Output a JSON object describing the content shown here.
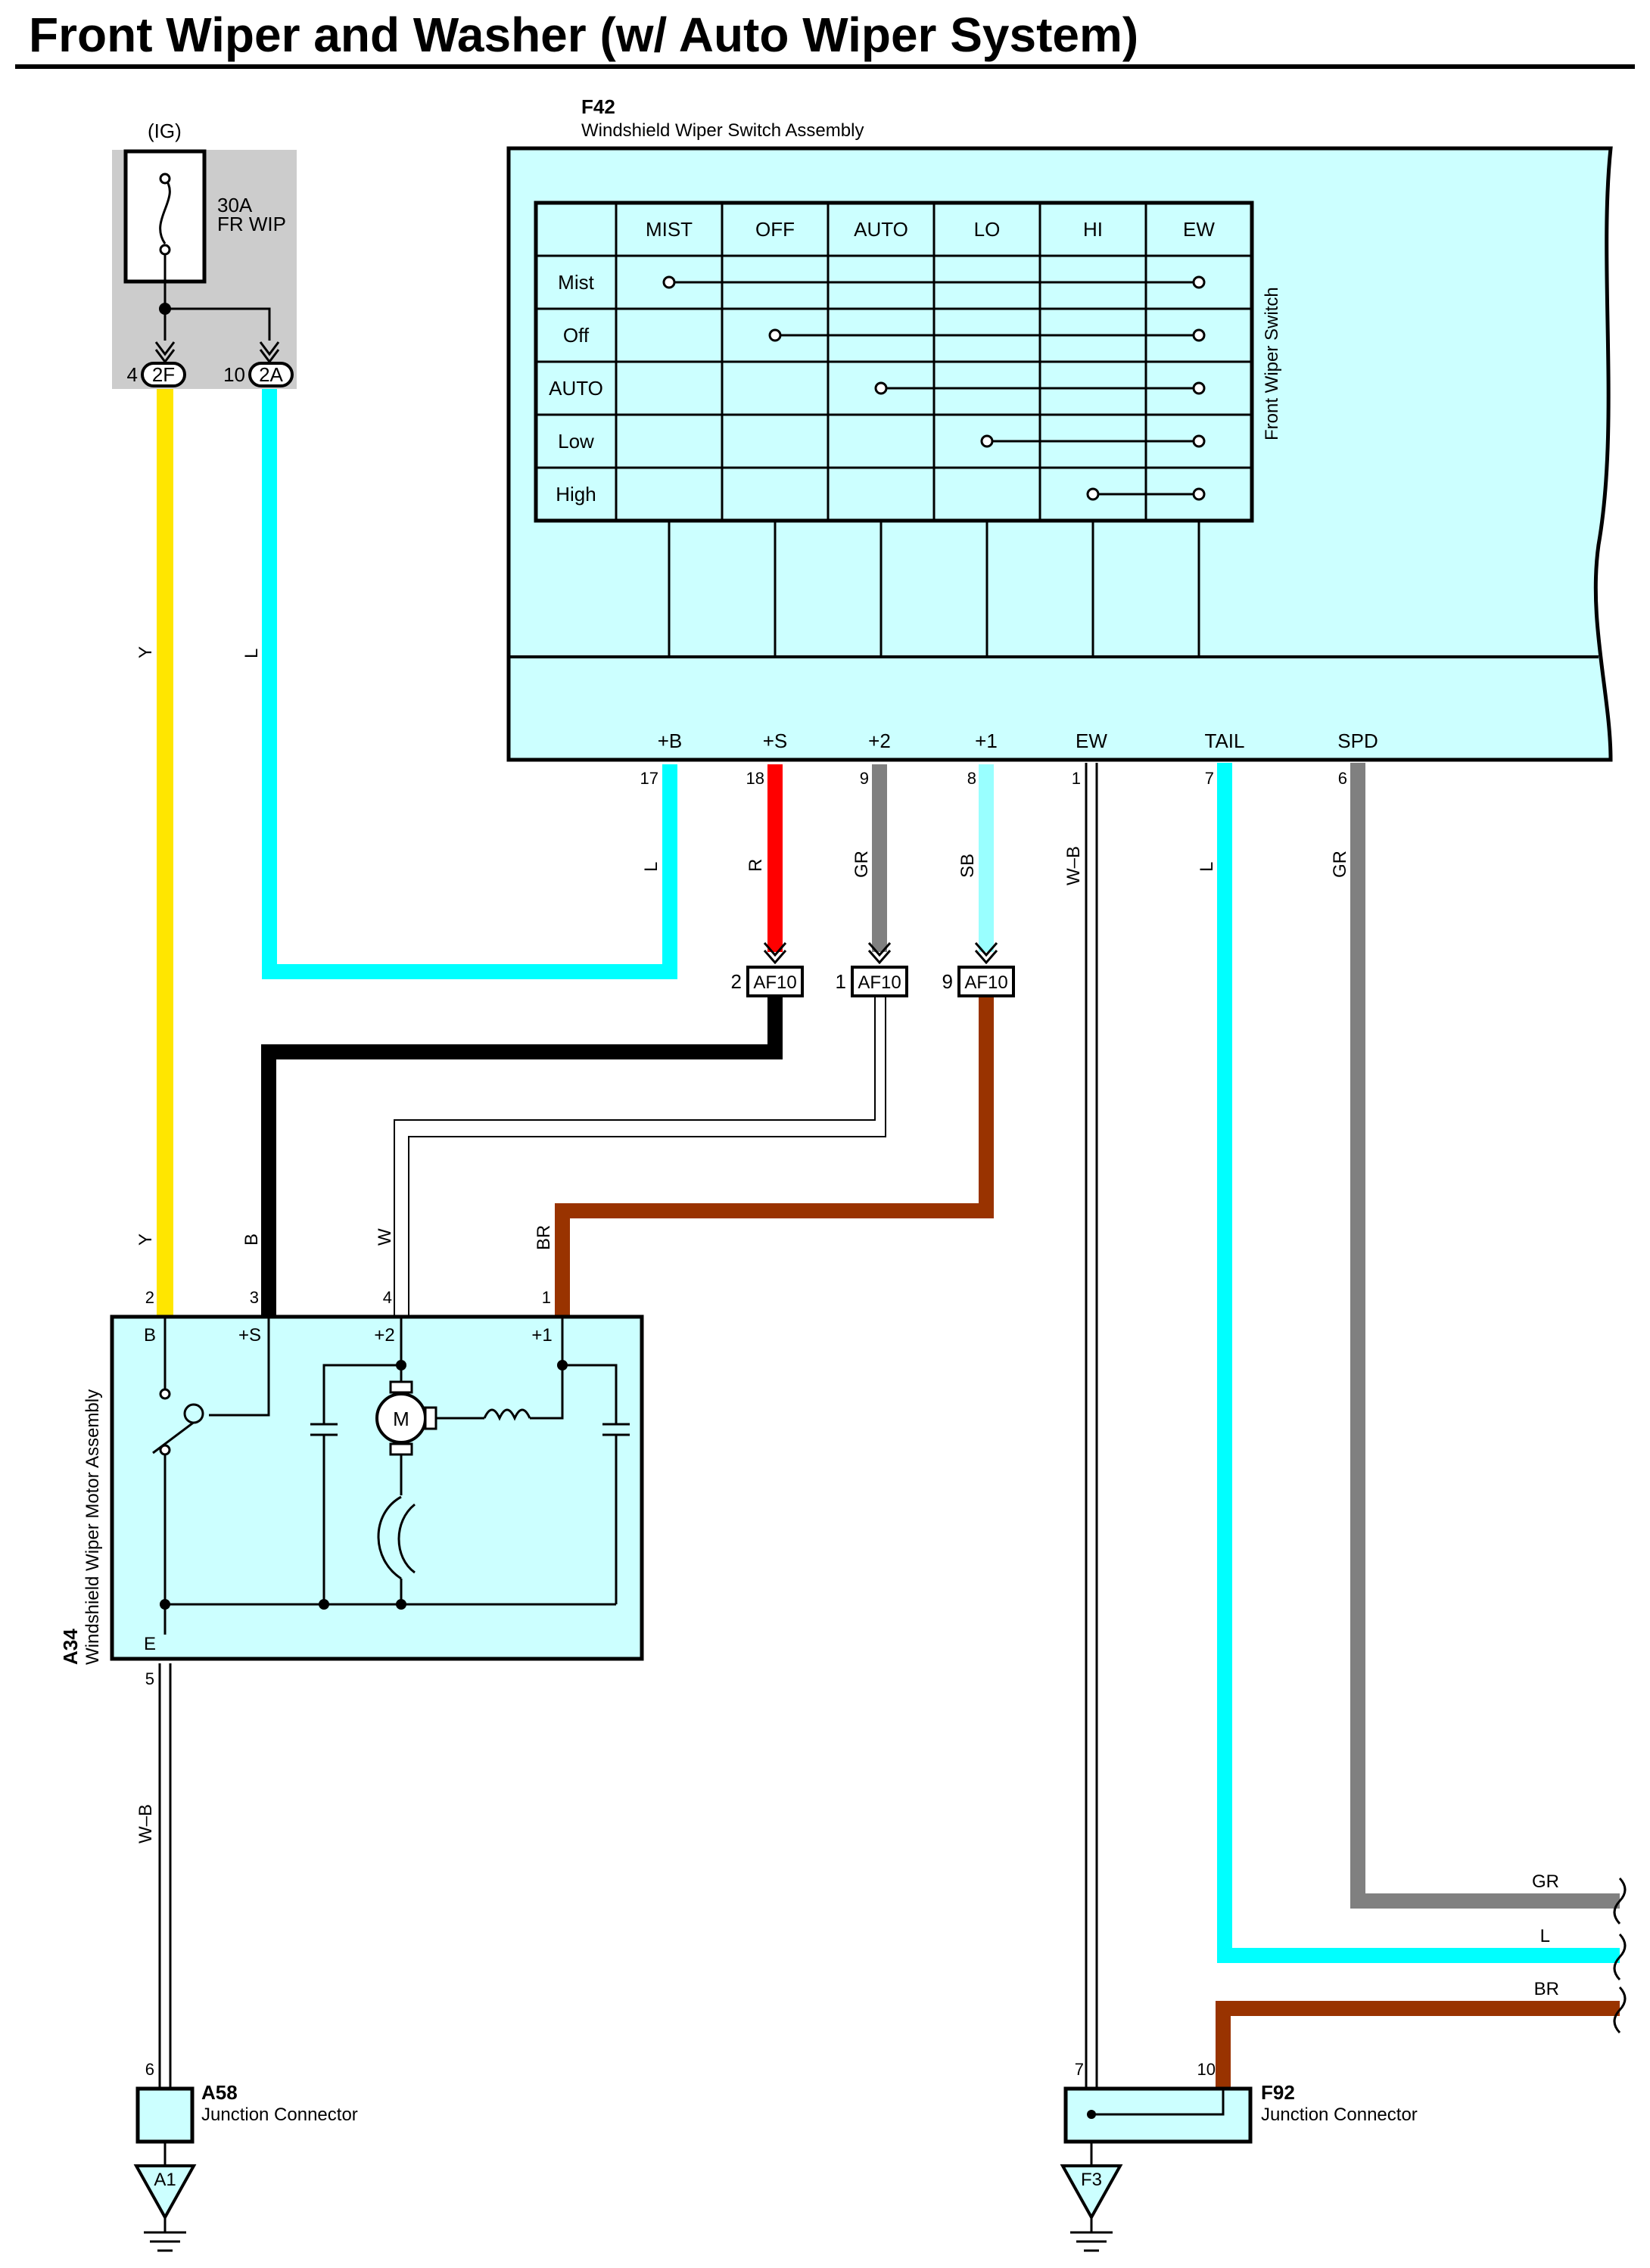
{
  "title": "Front Wiper and Washer (w/ Auto Wiper System)",
  "fuse": {
    "source": "(IG)",
    "rating": "30A",
    "name": "FR WIP",
    "terminals": [
      {
        "pin": "4",
        "connector": "2F"
      },
      {
        "pin": "10",
        "connector": "2A"
      }
    ]
  },
  "switch_assembly": {
    "code": "F42",
    "name": "Windshield Wiper Switch Assembly",
    "side_label": "Front Wiper Switch",
    "positions": [
      "MIST",
      "OFF",
      "AUTO",
      "LO",
      "HI",
      "EW"
    ],
    "modes": [
      "Mist",
      "Off",
      "AUTO",
      "Low",
      "High"
    ],
    "terminals": [
      {
        "name": "+B",
        "pin": "17",
        "wire": "L"
      },
      {
        "name": "+S",
        "pin": "18",
        "wire": "R"
      },
      {
        "name": "+2",
        "pin": "9",
        "wire": "GR"
      },
      {
        "name": "+1",
        "pin": "8",
        "wire": "SB"
      },
      {
        "name": "EW",
        "pin": "1",
        "wire": "W–B"
      },
      {
        "name": "TAIL",
        "pin": "7",
        "wire": "L"
      },
      {
        "name": "SPD",
        "pin": "6",
        "wire": "GR"
      }
    ]
  },
  "junction_af10": [
    {
      "pin": "2",
      "name": "AF10"
    },
    {
      "pin": "1",
      "name": "AF10"
    },
    {
      "pin": "9",
      "name": "AF10"
    }
  ],
  "motor_assembly": {
    "code": "A34",
    "name": "Windshield Wiper Motor Assembly",
    "motor_symbol": "M",
    "terminals": [
      {
        "name": "B",
        "pin": "2",
        "wire": "Y"
      },
      {
        "name": "+S",
        "pin": "3",
        "wire": "B"
      },
      {
        "name": "+2",
        "pin": "4",
        "wire": "W"
      },
      {
        "name": "+1",
        "pin": "1",
        "wire": "BR"
      },
      {
        "name": "E",
        "pin": "5",
        "wire": "W–B"
      }
    ]
  },
  "wire_labels": {
    "y_upper": "Y",
    "l_upper": "L"
  },
  "a58": {
    "code": "A58",
    "name": "Junction Connector",
    "pin": "6",
    "ground": "A1"
  },
  "f92": {
    "code": "F92",
    "name": "Junction Connector",
    "pin_a": "7",
    "pin_b": "10",
    "ground": "F3"
  },
  "right_exits": [
    "GR",
    "L",
    "BR"
  ],
  "colors": {
    "yellow": "#ffe600",
    "cyan": "#00ffff",
    "light_cyan": "#99ffff",
    "red": "#ff0000",
    "gray": "#808080",
    "brown": "#993300",
    "black": "#000000",
    "box_fill": "#ccffff",
    "fuse_bg": "#cccccc"
  }
}
